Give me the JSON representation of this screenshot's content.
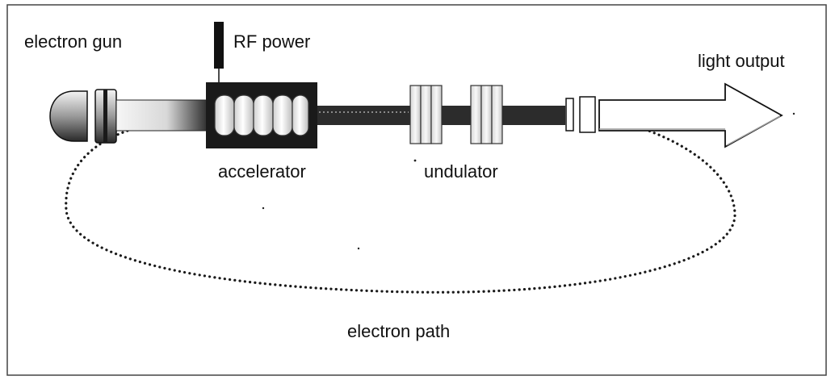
{
  "labels": {
    "electron_gun": "electron gun",
    "rf_power": "RF power",
    "light_output": "light output",
    "accelerator": "accelerator",
    "undulator": "undulator",
    "electron_path": "electron path"
  },
  "colors": {
    "ink": "#111111",
    "frame": "#444444",
    "beam_dark": "#1a1a1a",
    "cell_light": "#e8e8e8",
    "cell_mid": "#bdbdbd"
  }
}
